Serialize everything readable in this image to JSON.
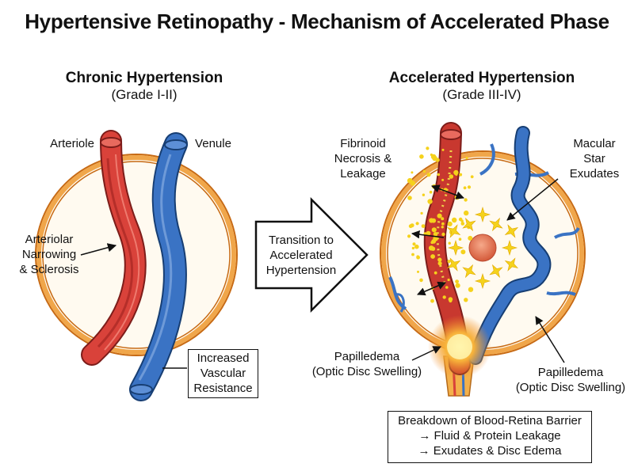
{
  "title": "Hypertensive Retinopathy - Mechanism of Accelerated Phase",
  "left_panel": {
    "title": "Chronic Hypertension",
    "subtitle": "(Grade I-II)",
    "labels": {
      "arteriole": "Arteriole",
      "venule": "Venule",
      "narrowing": [
        "Arteriolar",
        "Narrowing",
        "& Sclerosis"
      ],
      "resistance": [
        "Increased",
        "Vascular",
        "Resistance"
      ]
    }
  },
  "transition": [
    "Transition to",
    "Accelerated",
    "Hypertension"
  ],
  "right_panel": {
    "title": "Accelerated Hypertension",
    "subtitle": "(Grade III-IV)",
    "labels": {
      "fibrinoid": [
        "Fibrinoid",
        "Necrosis &",
        "Leakage"
      ],
      "macular": [
        "Macular",
        "Star",
        "Exudates"
      ],
      "papilledema_left": [
        "Papilledema",
        "(Optic Disc Swelling)"
      ],
      "papilledema_right": [
        "Papilledema",
        "(Optic Disc Swelling)"
      ]
    }
  },
  "summary": [
    "Breakdown of Blood-Retina Barrier",
    "→ Fluid & Protein Leakage",
    "→ Exudates & Disc Edema"
  ],
  "colors": {
    "artery": "#d9423a",
    "artery_dark": "#9e2622",
    "vein": "#3a73c4",
    "vein_dark": "#1f4f8f",
    "eye_ring": "#f0a64a",
    "exudate": "#f5d21c",
    "macula": "#e0704c"
  }
}
